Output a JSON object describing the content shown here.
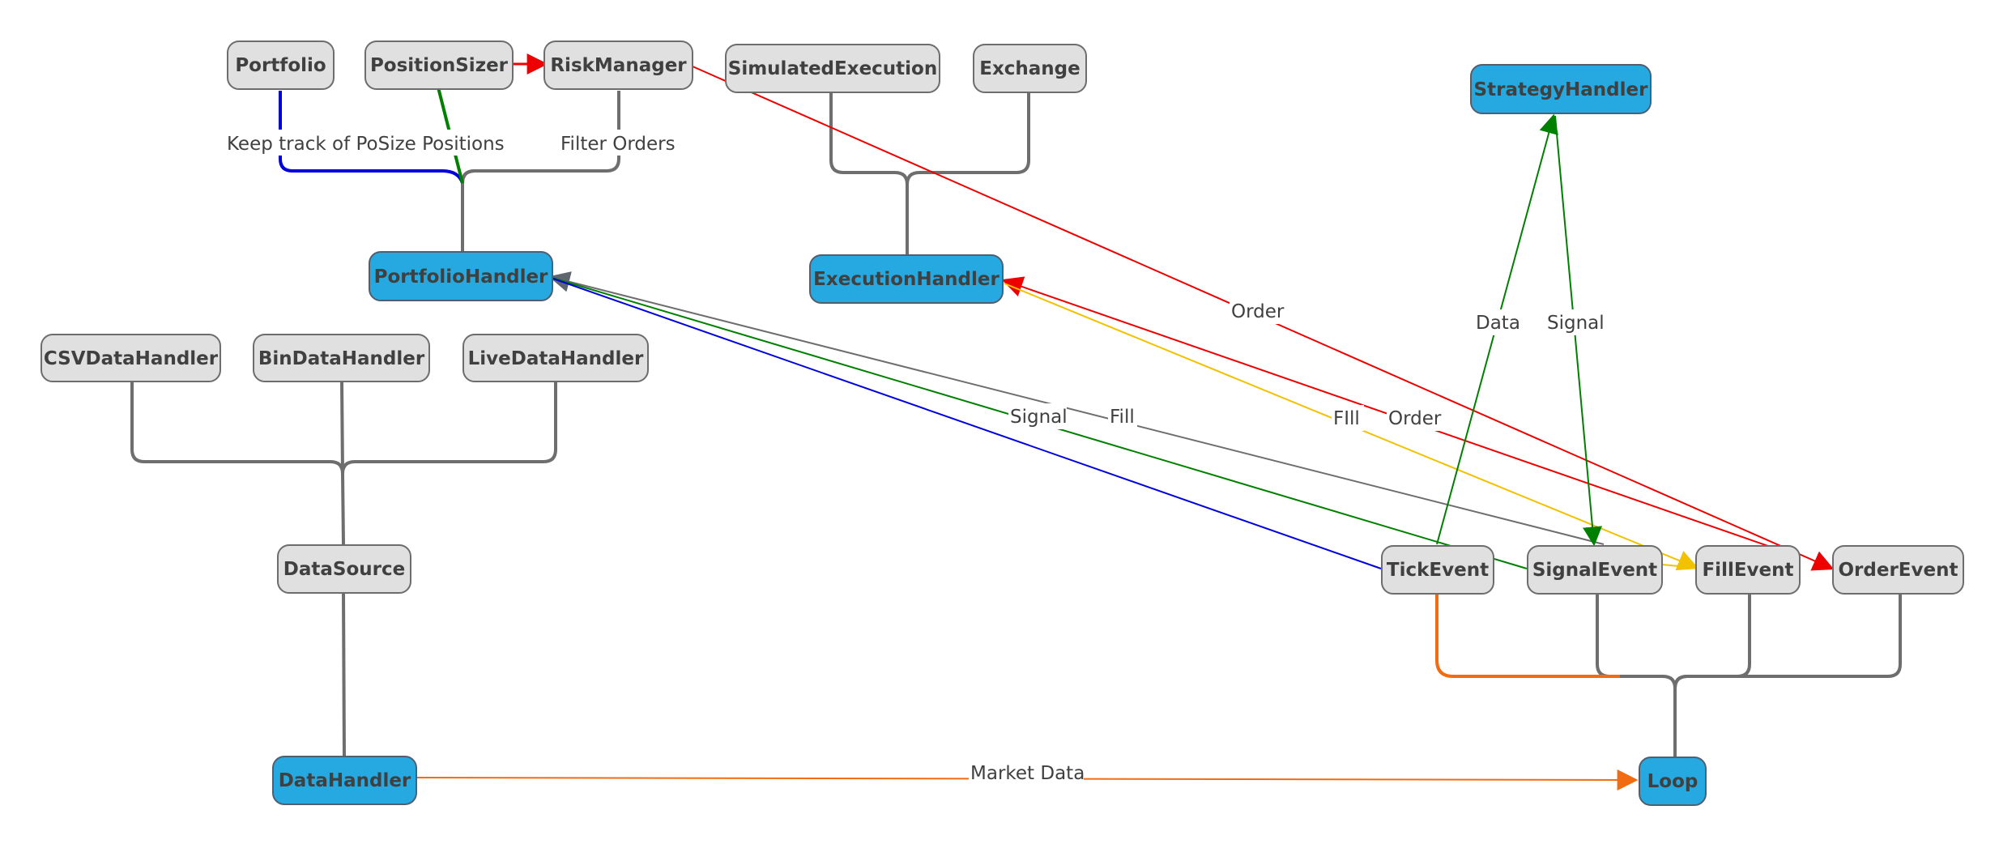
{
  "nodes": {
    "portfolio": "Portfolio",
    "position_sizer": "PositionSizer",
    "risk_manager": "RiskManager",
    "simulated_execution": "SimulatedExecution",
    "exchange": "Exchange",
    "strategy_handler": "StrategyHandler",
    "portfolio_handler": "PortfolioHandler",
    "execution_handler": "ExecutionHandler",
    "csv_data_handler": "CSVDataHandler",
    "bin_data_handler": "BinDataHandler",
    "live_data_handler": "LiveDataHandler",
    "data_source": "DataSource",
    "data_handler": "DataHandler",
    "tick_event": "TickEvent",
    "signal_event": "SignalEvent",
    "fill_event": "FillEvent",
    "order_event": "OrderEvent",
    "loop": "Loop"
  },
  "edge_labels": {
    "keep_track": "Keep track of PoSize Positions",
    "filter_orders": "Filter Orders",
    "order_top": "Order",
    "data": "Data",
    "signal_right": "Signal",
    "signal_mid": "Signal",
    "fill_mid": "Fill",
    "fill_yellow": "FIll",
    "order_mid": "Order",
    "market_data": "Market Data"
  },
  "colors": {
    "node_gray": "#e0e0e0",
    "node_blue": "#26a9e0",
    "connector_gray": "#6e6e6e",
    "edge_blue": "#0000dd",
    "edge_green": "#008000",
    "edge_red": "#ee0000",
    "edge_orange": "#f26b10",
    "edge_yellow": "#f2c200"
  }
}
